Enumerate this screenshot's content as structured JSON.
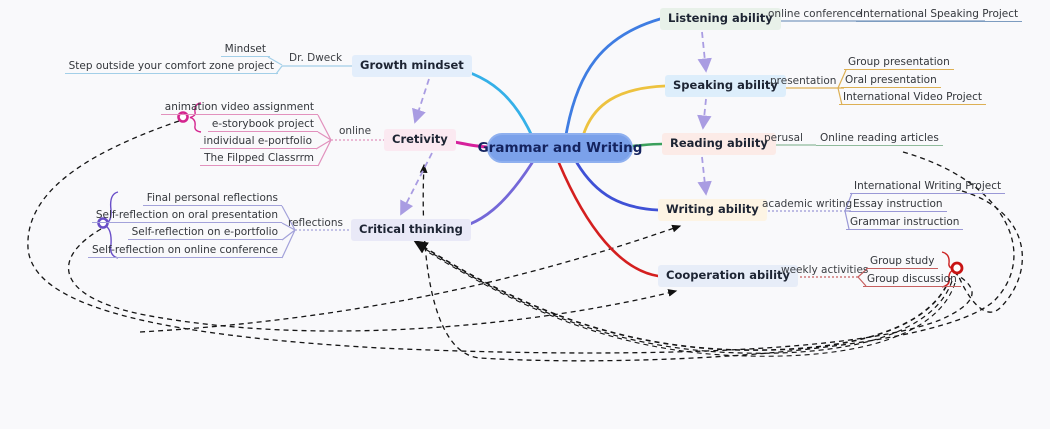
{
  "center": {
    "label": "Grammar and Writing",
    "bg_color": "#7ba1ea",
    "text_color": "#14235f"
  },
  "branches": [
    {
      "id": "growth-mindset",
      "label": "Growth mindset",
      "side": "left",
      "branch_color": "#35b0e8",
      "node_bg": "#e3eefb",
      "leaf_line_color": "#a3cfe8",
      "link_label": "Dr. Dweck",
      "children": [
        "Mindset",
        "Step outside your comfort zone project"
      ]
    },
    {
      "id": "cretivity",
      "label": "Cretivity",
      "side": "left",
      "branch_color": "#d6219c",
      "node_bg": "#fbe9f1",
      "leaf_line_color": "#e291bd",
      "link_label": "online",
      "marker": "pink-brace-pin",
      "marker_color": "#d4258f",
      "children": [
        "animation video assignment",
        "e-storybook project",
        "individual e-portfolio",
        "The Filpped Classrrm"
      ]
    },
    {
      "id": "critical-thinking",
      "label": "Critical thinking",
      "side": "left",
      "branch_color": "#7468d8",
      "node_bg": "#e9e9f7",
      "leaf_line_color": "#a3a2da",
      "link_label": "reflections",
      "marker": "purple-brace-pin",
      "marker_color": "#6a4fc8",
      "children": [
        "Final personal reflections",
        "Self-reflection on oral presentation",
        "Self-reflection on e-portfolio",
        "Self-reflection on online conference"
      ]
    },
    {
      "id": "listening-ability",
      "label": "Listening ability",
      "side": "right",
      "branch_color": "#3f7de2",
      "node_bg": "#e8f1e9",
      "leaf_line_color": "#7d9cc0",
      "link_label": "online conference",
      "children": [
        "International Speaking Project"
      ]
    },
    {
      "id": "speaking-ability",
      "label": "Speaking ability",
      "side": "right",
      "branch_color": "#edc23f",
      "node_bg": "#ddeefb",
      "leaf_line_color": "#ddb054",
      "link_label": "presentation",
      "children": [
        "Group presentation",
        "Oral presentation",
        "International Video Project"
      ]
    },
    {
      "id": "reading-ability",
      "label": "Reading ability",
      "side": "right",
      "branch_color": "#3ba05c",
      "node_bg": "#fcebe7",
      "leaf_line_color": "#90bb9c",
      "link_label": "perusal",
      "children": [
        "Online reading articles"
      ]
    },
    {
      "id": "writing-ability",
      "label": "Writing ability",
      "side": "right",
      "branch_color": "#3f51d6",
      "node_bg": "#fdf4e4",
      "leaf_line_color": "#9a98d6",
      "link_label": "academic writing",
      "children": [
        "International Writing Project",
        "Essay instruction",
        "Grammar instruction"
      ]
    },
    {
      "id": "cooperation-ability",
      "label": "Cooperation ability",
      "side": "right",
      "branch_color": "#d41f1f",
      "node_bg": "#e7edf8",
      "leaf_line_color": "#c66060",
      "link_label": "weekly activities",
      "marker": "red-brace-pin",
      "marker_color": "#c81414",
      "children": [
        "Group study",
        "Group discussion"
      ]
    }
  ],
  "relationship_arrows": {
    "style": "dashed-black",
    "sequence_arrow_color": "#a99ce2"
  }
}
